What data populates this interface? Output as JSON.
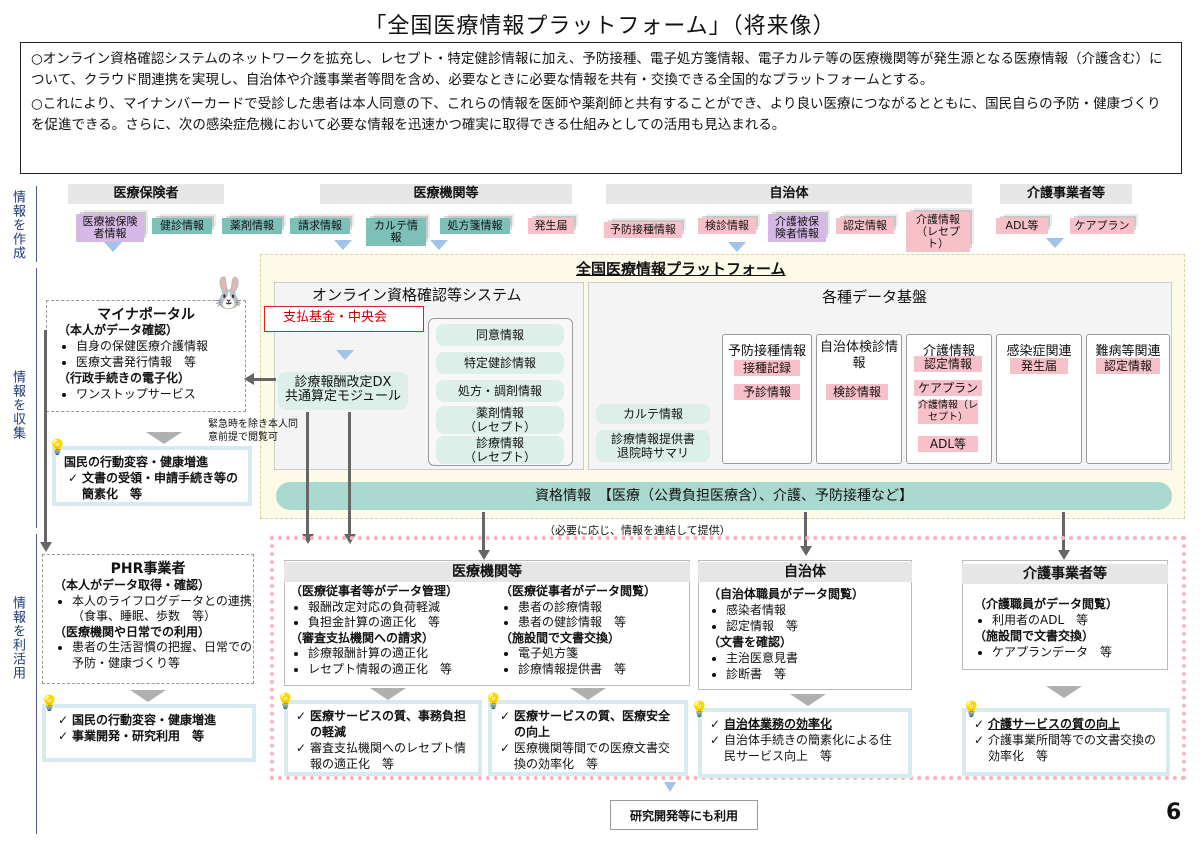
{
  "title": "「全国医療情報プラットフォーム」（将来像）",
  "intro": {
    "p1": "○オンライン資格確認システムのネットワークを拡充し、レセプト・特定健診情報に加え、予防接種、電子処方箋情報、電子カルテ等の医療機関等が発生源となる医療情報（介護含む）について、クラウド間連携を実現し、自治体や介護事業者等間を含め、必要なときに必要な情報を共有・交換できる全国的なプラットフォームとする。",
    "p2": "○これにより、マイナンバーカードで受診した患者は本人同意の下、これらの情報を医師や薬剤師と共有することができ、より良い医療につながるとともに、国民自らの予防・健康づくりを促進できる。さらに、次の感染症危機において必要な情報を迅速かつ確実に取得できる仕組みとしての活用も見込まれる。"
  },
  "side": {
    "create": "情報を作成",
    "collect": "情報を収集",
    "use": "情報を利活用"
  },
  "sources": {
    "insurer": {
      "label": "医療保険者",
      "tags": [
        "医療被保険者情報",
        "健診情報",
        "薬剤情報"
      ]
    },
    "medical": {
      "label": "医療機関等",
      "tags": [
        "請求情報",
        "カルテ情報",
        "処方箋情報",
        "発生届"
      ]
    },
    "municipality": {
      "label": "自治体",
      "tags": [
        "予防接種情報",
        "検診情報",
        "介護被保険者情報",
        "認定情報",
        "介護情報（レセプト）"
      ]
    },
    "care": {
      "label": "介護事業者等",
      "tags": [
        "ADL等",
        "ケアプラン"
      ]
    }
  },
  "platform": {
    "title": "全国医療情報プラットフォーム",
    "online": {
      "title": "オンライン資格確認等システム",
      "fund": "支払基金・中央会",
      "module": "診療報酬改定DX\n共通算定モジュール",
      "db": [
        "同意情報",
        "特定健診情報",
        "処方・調剤情報",
        "薬剤情報\n（レセプト）",
        "診療情報\n（レセプト）"
      ],
      "karte": "カルテ情報",
      "summary": "診療情報提供書\n退院時サマリ"
    },
    "databases": {
      "title": "各種データ基盤",
      "cols": [
        {
          "title": "予防接種情報",
          "items": [
            "接種記録",
            "予診情報"
          ]
        },
        {
          "title": "自治体検診情報",
          "items": [
            "検診情報"
          ]
        },
        {
          "title": "介護情報",
          "items": [
            "認定情報",
            "ケアプラン",
            "介護情報（レセプト）",
            "ADL等"
          ]
        },
        {
          "title": "感染症関連",
          "items": [
            "発生届"
          ]
        },
        {
          "title": "難病等関連",
          "items": [
            "認定情報"
          ]
        }
      ]
    },
    "qualification": "資格情報　【医療（公費負担医療含）、介護、予防接種など】",
    "link_note": "（必要に応じ、情報を連結して提供）",
    "emergency": "緊急時を除き本人同意前提で閲覧可"
  },
  "mynaportal": {
    "title": "マイナポータル",
    "h1": "（本人がデータ確認）",
    "items1": [
      "自身の保健医療介護情報",
      "医療文書発行情報　等"
    ],
    "h2": "（行政手続きの電子化）",
    "items2": [
      "ワンストップサービス"
    ],
    "effects": [
      "国民の行動変容・健康増進",
      "文書の受領・申請手続き等の簡素化　等"
    ]
  },
  "phr": {
    "title": "PHR事業者",
    "h1": "（本人がデータ取得・確認）",
    "items1": [
      "本人のライフログデータとの連携（食事、睡眠、歩数　等）"
    ],
    "h2": "（医療機関や日常での利用）",
    "items2": [
      "患者の生活習慣の把握、日常での予防・健康づくり等"
    ],
    "effects": [
      "国民の行動変容・健康増進",
      "事業開発・研究利用　等"
    ]
  },
  "medical_use": {
    "title": "医療機関等",
    "left": {
      "h1": "（医療従事者等がデータ管理）",
      "items1": [
        "報酬改定対応の負荷軽減",
        "負担金計算の適正化　等"
      ],
      "h2": "（審査支払機関への請求）",
      "items2": [
        "診療報酬計算の適正化",
        "レセプト情報の適正化　等"
      ]
    },
    "right": {
      "h1": "（医療従事者がデータ閲覧）",
      "items1": [
        "患者の診療情報",
        "患者の健診情報　等"
      ],
      "h2": "（施設間で文書交換）",
      "items2": [
        "電子処方箋",
        "診療情報提供書　等"
      ]
    },
    "effects_left": [
      "医療サービスの質、事務負担の軽減",
      "審査支払機関へのレセプト情報の適正化　等"
    ],
    "effects_right": [
      "医療サービスの質、医療安全の向上",
      "医療機関等間での医療文書交換の効率化　等"
    ]
  },
  "muni_use": {
    "title": "自治体",
    "h1": "（自治体職員がデータ閲覧）",
    "items1": [
      "感染者情報",
      "認定情報　等"
    ],
    "h2": "（文書を確認）",
    "items2": [
      "主治医意見書",
      "診断書　等"
    ],
    "effects": [
      "自治体業務の効率化",
      "自治体手続きの簡素化による住民サービス向上　等"
    ]
  },
  "care_use": {
    "title": "介護事業者等",
    "h1": "（介護職員がデータ閲覧）",
    "items1": [
      "利用者のADL　等"
    ],
    "h2": "（施設間で文書交換）",
    "items2": [
      "ケアプランデータ　等"
    ],
    "effects": [
      "介護サービスの質の向上",
      "介護事業所間等での文書交換の効率化　等"
    ]
  },
  "research": "研究開発等にも利用",
  "page_number": "6"
}
